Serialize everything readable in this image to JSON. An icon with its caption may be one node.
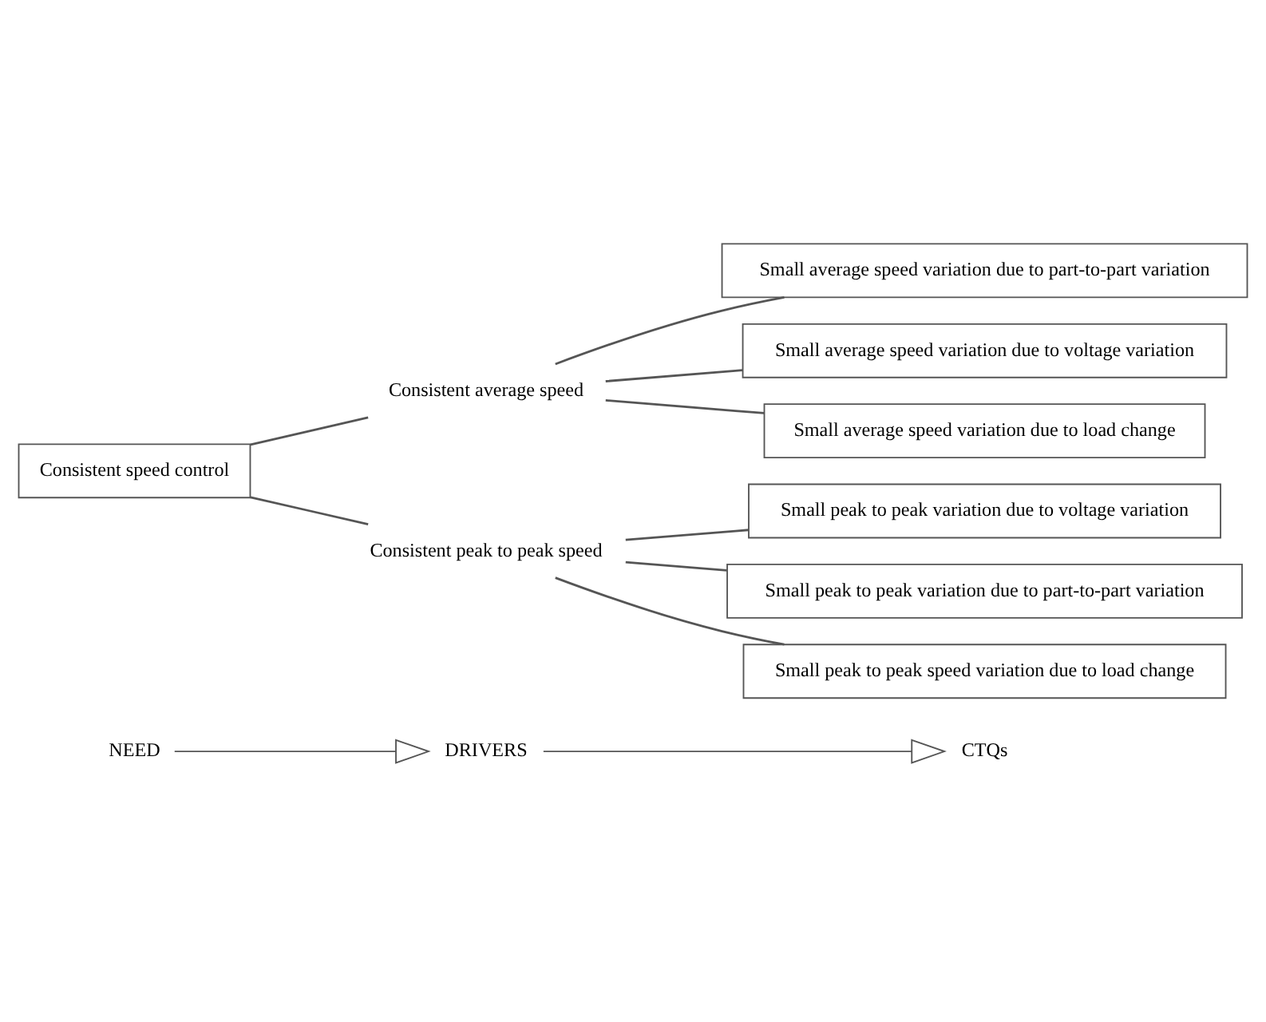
{
  "diagram": {
    "nodes": [
      {
        "text": [
          "NEED"
        ]
      },
      {
        "text": [
          "DRIVERS"
        ]
      },
      {
        "text": [
          "CTQs"
        ]
      },
      {
        "text": [
          "Consistent speed control"
        ]
      },
      {
        "text": [
          "Consistent average speed"
        ]
      },
      {
        "text": [
          "Small average speed variation due to part-to-part variation"
        ]
      },
      {
        "text": [
          "Small average speed variation due to voltage variation"
        ]
      },
      {
        "text": [
          "Small average speed variation due to load change"
        ]
      },
      {
        "text": [
          "Consistent peak to peak speed"
        ]
      },
      {
        "text": [
          "Small peak to peak variation due to voltage variation"
        ]
      },
      {
        "text": [
          "Small peak to peak variation due to part-to-part variation"
        ]
      },
      {
        "text": [
          "Small peak to peak speed variation due to load change"
        ]
      }
    ],
    "edges": [
      {
        "from": 0,
        "to": 1,
        "arrow": "to"
      },
      {
        "from": 1,
        "to": 2,
        "arrow": "to"
      },
      {
        "from": 3,
        "to": 4,
        "arrow": "none"
      },
      {
        "from": 3,
        "to": 8,
        "arrow": "none"
      },
      {
        "from": 4,
        "to": 5,
        "arrow": "none"
      },
      {
        "from": 4,
        "to": 6,
        "arrow": "none"
      },
      {
        "from": 4,
        "to": 7,
        "arrow": "none"
      },
      {
        "from": 8,
        "to": 9,
        "arrow": "none"
      },
      {
        "from": 8,
        "to": 10,
        "arrow": "none"
      },
      {
        "from": 8,
        "to": 11,
        "arrow": "none"
      }
    ]
  }
}
